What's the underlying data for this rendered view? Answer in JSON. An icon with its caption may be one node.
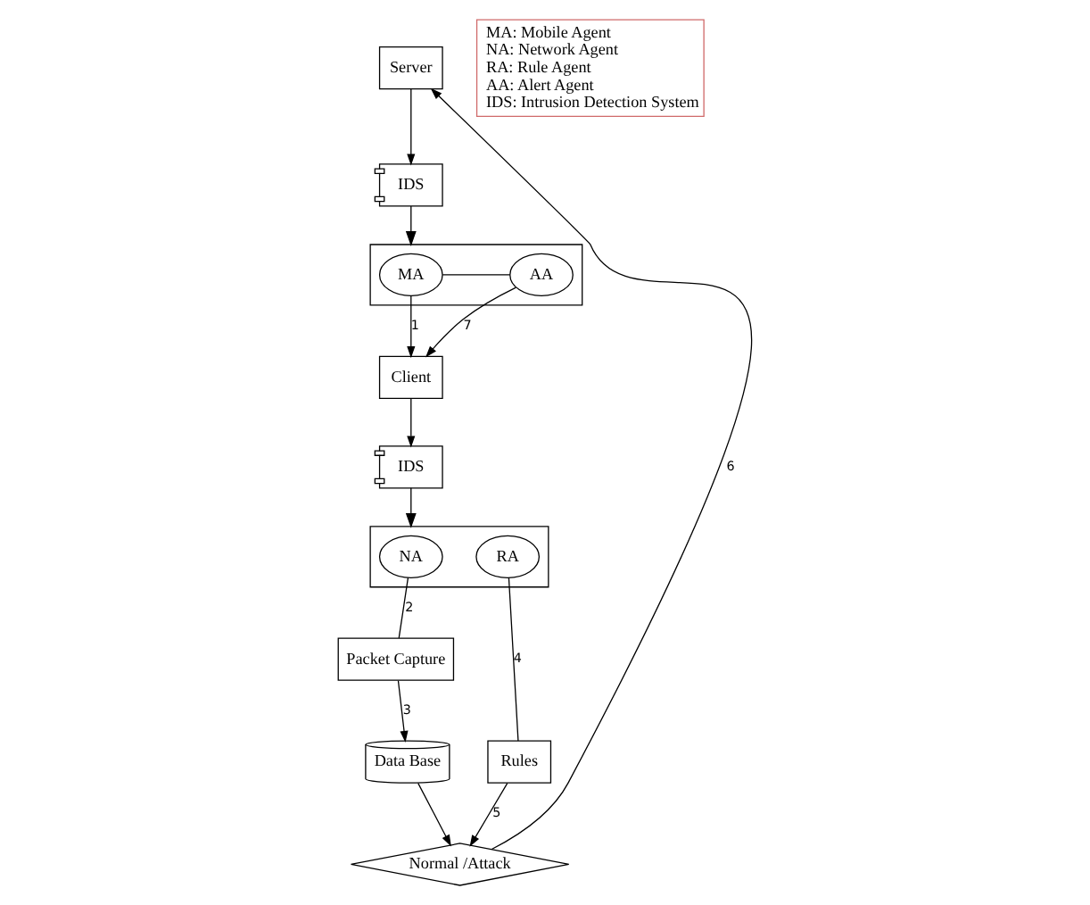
{
  "diagram": {
    "nodes": [
      {
        "text": [
          "Server"
        ]
      },
      {
        "text": [
          "IDS"
        ]
      },
      {
        "text": [],
        "shape": "box"
      },
      {
        "text": [
          "MA"
        ],
        "in": 2
      },
      {
        "text": [
          "AA"
        ],
        "in": 2
      },
      {
        "text": [
          "Client"
        ]
      },
      {
        "text": [
          "IDS"
        ]
      },
      {
        "text": [],
        "shape": "box"
      },
      {
        "text": [
          "NA"
        ],
        "in": 7
      },
      {
        "text": [
          "RA"
        ],
        "in": 7
      },
      {
        "text": [
          "Packet Capture"
        ]
      },
      {
        "text": [
          "Rules"
        ]
      },
      {
        "text": [
          "Data Base"
        ]
      },
      {
        "text": [
          "Normal /Attack"
        ]
      },
      {
        "text": [
          "MA: Mobile Agent",
          "NA: Network Agent",
          "RA: Rule Agent",
          "AA: Alert Agent",
          "IDS: Intrusion Detection System"
        ]
      }
    ],
    "edges": [
      {
        "from": 0,
        "to": 1,
        "arrow": "to"
      },
      {
        "from": 1,
        "to": 2,
        "arrow": "to"
      },
      {
        "from": 3,
        "to": 4,
        "arrow": "none"
      },
      {
        "from": 3,
        "to": 5,
        "arrow": "to",
        "label": "1"
      },
      {
        "from": 4,
        "to": 5,
        "arrow": "to",
        "label": "7"
      },
      {
        "from": 5,
        "to": 6,
        "arrow": "to"
      },
      {
        "from": 6,
        "to": 7,
        "arrow": "to"
      },
      {
        "from": 8,
        "to": 10,
        "arrow": "none",
        "label": "2"
      },
      {
        "from": 9,
        "to": 11,
        "arrow": "none",
        "label": "4"
      },
      {
        "from": 10,
        "to": 12,
        "arrow": "to",
        "label": "3"
      },
      {
        "from": 11,
        "to": 13,
        "arrow": "to",
        "label": "5"
      },
      {
        "from": 12,
        "to": 13,
        "arrow": "to"
      },
      {
        "from": 13,
        "to": 0,
        "arrow": "to",
        "label": "6"
      }
    ]
  }
}
